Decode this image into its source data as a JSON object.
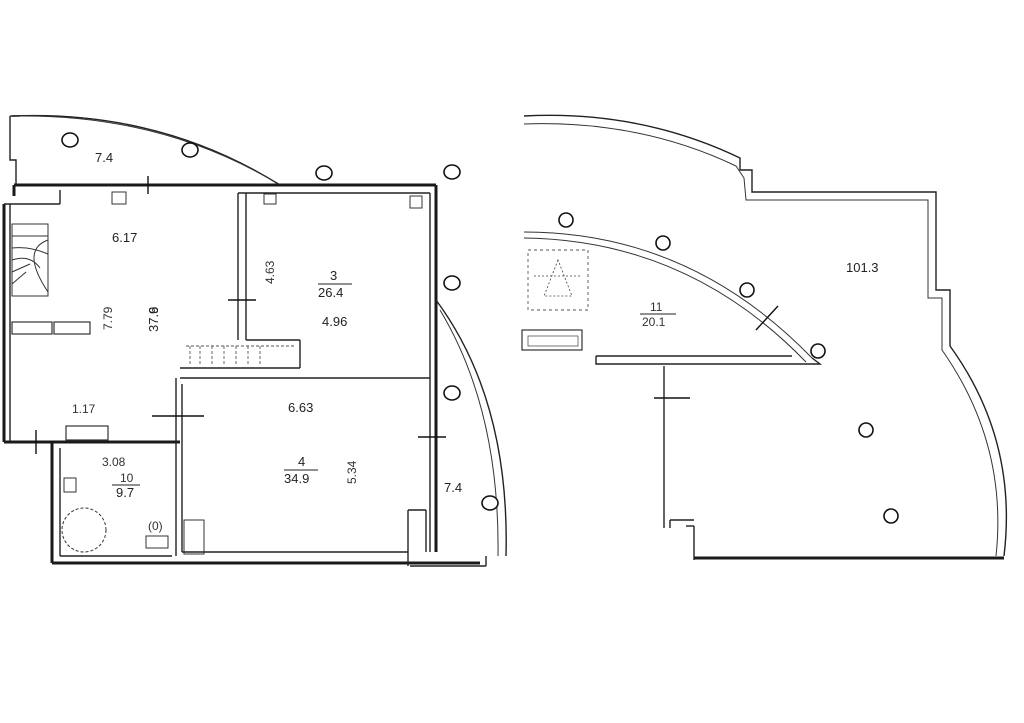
{
  "left_plan": {
    "balcony_top_area": "7.4",
    "balcony_right_area": "7.4",
    "room9": {
      "number": "9",
      "area": "37.6",
      "width_top": "6.17",
      "height_side": "7.79",
      "bottom_seg": "1.17"
    },
    "room3": {
      "number": "3",
      "area": "26.4",
      "height_side": "4.63",
      "width": "4.96"
    },
    "room4": {
      "number": "4",
      "area": "34.9",
      "width": "6.63",
      "height_side": "5.34"
    },
    "room10": {
      "number": "10",
      "area": "9.7",
      "width": "3.08"
    }
  },
  "right_plan": {
    "hall_area": "101.3",
    "room11": {
      "number": "11",
      "area": "20.1"
    }
  }
}
